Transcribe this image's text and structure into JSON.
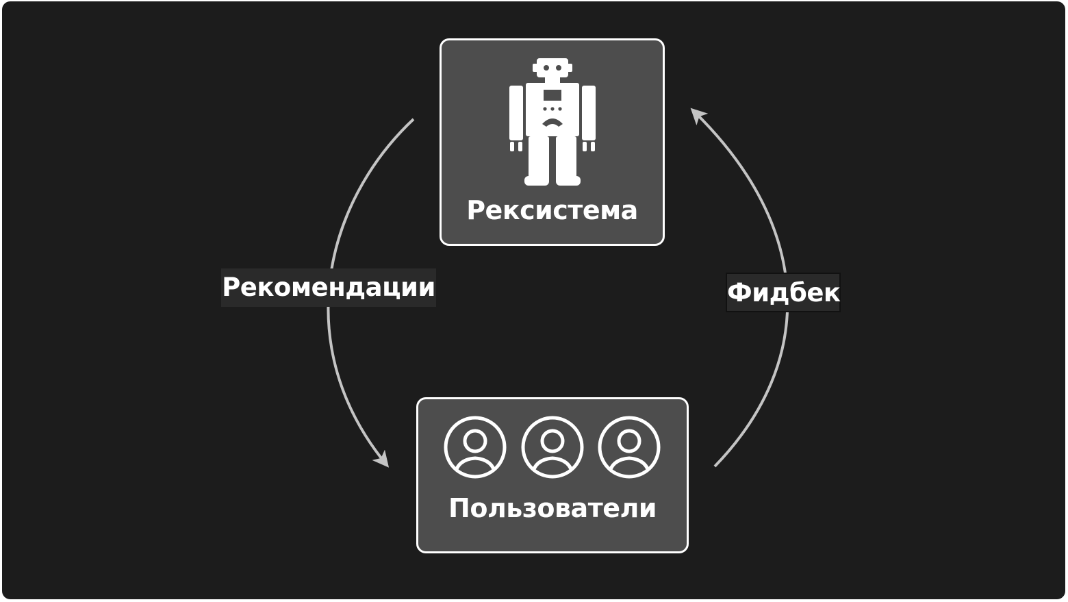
{
  "diagram": {
    "nodes": {
      "system": {
        "label": "Рексистема",
        "icon": "robot-icon"
      },
      "users": {
        "label": "Пользователи",
        "icons": [
          "user-avatar-icon",
          "user-avatar-icon",
          "user-avatar-icon"
        ]
      }
    },
    "edges": {
      "recommendations": {
        "label": "Рекомендации",
        "from": "system",
        "to": "users"
      },
      "feedback": {
        "label": "Фидбек",
        "from": "users",
        "to": "system"
      }
    }
  },
  "colors": {
    "background": "#1c1c1c",
    "node_fill": "#4d4d4d",
    "node_border": "#ffffff",
    "arrow": "#bdbdbd",
    "text": "#ffffff"
  }
}
